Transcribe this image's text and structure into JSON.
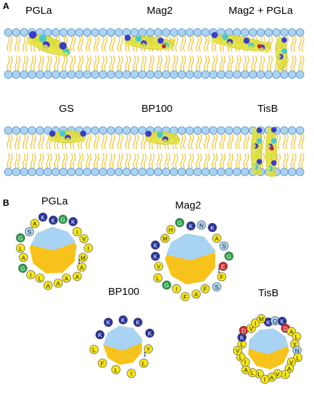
{
  "panel_a": {
    "label": "A",
    "membranes": [
      {
        "labels": [
          {
            "key": "pgla",
            "text": "PGLa"
          },
          {
            "key": "mag2",
            "text": "Mag2"
          },
          {
            "key": "mag2_pgla",
            "text": "Mag2 + PGLa"
          }
        ]
      },
      {
        "labels": [
          {
            "key": "gs",
            "text": "GS"
          },
          {
            "key": "bp100",
            "text": "BP100"
          },
          {
            "key": "tisb",
            "text": "TisB"
          }
        ]
      }
    ],
    "colors": {
      "head": "#a9d3f2",
      "head_stroke": "#5b8fc7",
      "tail": "#f3c22b",
      "peptide_surface": "#dcdc3c",
      "peptide_cation": "#2b2bcc",
      "peptide_anion": "#cc2222",
      "peptide_polar": "#39c6d6"
    }
  },
  "panel_b": {
    "label": "B",
    "colors": {
      "K": "#27329e",
      "G": "#2aa24a",
      "E": "#d62828",
      "D": "#d62828",
      "S": "#a9d3f2",
      "N": "#a9d3f2",
      "Q": "#a9d3f2",
      "hydrophobic": "#f5e616",
      "polar_face": "#a9d3f2",
      "apolar_face": "#f7c21b"
    },
    "wheels": [
      {
        "name": "PGLa",
        "residues": [
          {
            "aa": "K"
          },
          {
            "aa": "G"
          },
          {
            "aa": "K"
          },
          {
            "aa": "I"
          },
          {
            "aa": "V"
          },
          {
            "aa": "I"
          },
          {
            "aa": "M"
          },
          {
            "aa": "A"
          },
          {
            "aa": "A"
          },
          {
            "aa": "A"
          },
          {
            "aa": "A"
          },
          {
            "aa": "A"
          },
          {
            "aa": "L"
          },
          {
            "aa": "I"
          },
          {
            "aa": "G"
          },
          {
            "aa": "A"
          },
          {
            "aa": "L"
          },
          {
            "aa": "G"
          },
          {
            "aa": "S"
          },
          {
            "aa": "A"
          },
          {
            "aa": "K"
          }
        ],
        "number_one": "1"
      },
      {
        "name": "Mag2",
        "residues": [
          {
            "aa": "K"
          },
          {
            "aa": "N"
          },
          {
            "aa": "K"
          },
          {
            "aa": "A"
          },
          {
            "aa": "S"
          },
          {
            "aa": "G"
          },
          {
            "aa": "E"
          },
          {
            "aa": "F"
          },
          {
            "aa": "S"
          },
          {
            "aa": "F"
          },
          {
            "aa": "A"
          },
          {
            "aa": "F"
          },
          {
            "aa": "I"
          },
          {
            "aa": "G"
          },
          {
            "aa": "L"
          },
          {
            "aa": "V"
          },
          {
            "aa": "K"
          },
          {
            "aa": "K"
          },
          {
            "aa": "M"
          },
          {
            "aa": "H"
          },
          {
            "aa": "G"
          }
        ],
        "number_one": "1"
      },
      {
        "name": "BP100",
        "residues": [
          {
            "aa": "K"
          },
          {
            "aa": "K"
          },
          {
            "aa": "K"
          },
          {
            "aa": "Y"
          },
          {
            "aa": "L"
          },
          {
            "aa": "I"
          },
          {
            "aa": "L"
          },
          {
            "aa": "F"
          },
          {
            "aa": "L"
          },
          {
            "aa": "K"
          },
          {
            "aa": "K"
          }
        ],
        "number_one": "1"
      },
      {
        "name": "TisB",
        "residues": [
          {
            "aa": "K"
          },
          {
            "aa": "Q"
          },
          {
            "aa": "K"
          },
          {
            "aa": "D"
          },
          {
            "aa": "A"
          },
          {
            "aa": "L"
          },
          {
            "aa": "Y"
          },
          {
            "aa": "N"
          },
          {
            "aa": "L"
          },
          {
            "aa": "V"
          },
          {
            "aa": "A"
          },
          {
            "aa": "I"
          },
          {
            "aa": "V"
          },
          {
            "aa": "A"
          },
          {
            "aa": "I"
          },
          {
            "aa": "L"
          },
          {
            "aa": "L"
          },
          {
            "aa": "A"
          },
          {
            "aa": "I"
          },
          {
            "aa": "L"
          },
          {
            "aa": "V"
          },
          {
            "aa": "L"
          },
          {
            "aa": "K"
          },
          {
            "aa": "D"
          },
          {
            "aa": "V"
          },
          {
            "aa": "I"
          },
          {
            "aa": "M"
          }
        ]
      }
    ]
  }
}
